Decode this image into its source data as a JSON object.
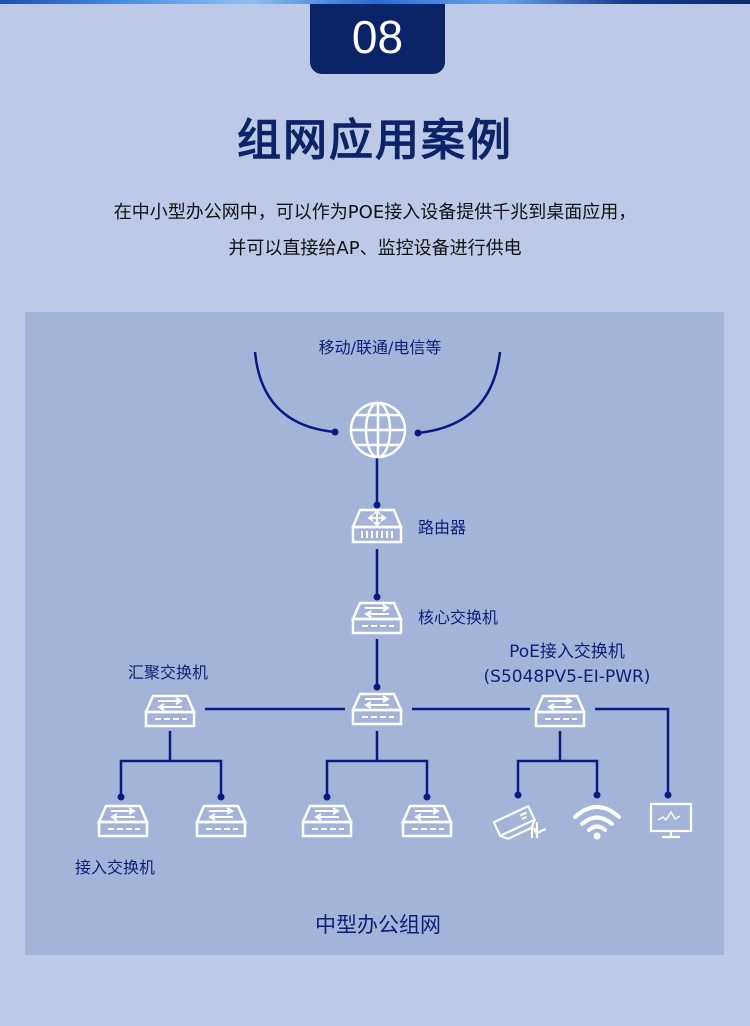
{
  "header": {
    "badge_number": "08",
    "title": "组网应用案例"
  },
  "description": {
    "line1": "在中小型办公网中，可以作为POE接入设备提供千兆到桌面应用，",
    "line2": "并可以直接给AP、监控设备进行供电"
  },
  "diagram": {
    "isp_label": "移动/联通/电信等",
    "router_label": "路由器",
    "core_switch_label": "核心交换机",
    "aggregation_switch_label": "汇聚交换机",
    "poe_switch_label": "PoE接入交换机",
    "poe_switch_model": "(S5048PV5-EI-PWR)",
    "access_switch_label": "接入交换机",
    "caption": "中型办公组网"
  },
  "colors": {
    "background": "#bdc9e6",
    "panel": "#a4b4d9",
    "navy": "#0b2468",
    "line": "#0a1a80"
  }
}
